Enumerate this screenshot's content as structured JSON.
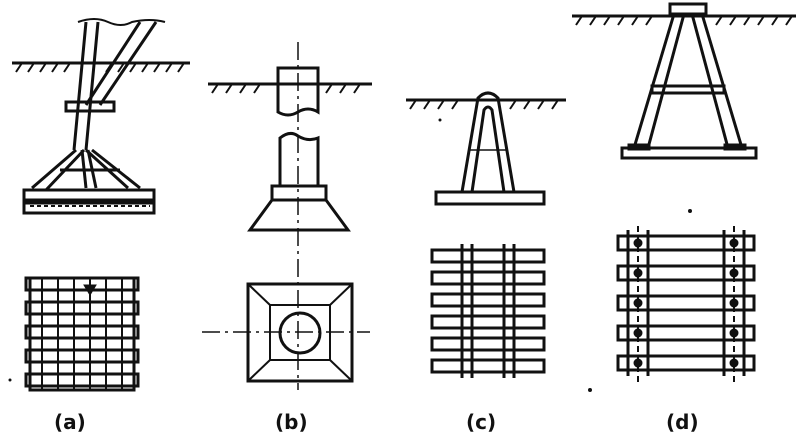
{
  "panels": [
    {
      "id": "a",
      "label": "(a)"
    },
    {
      "id": "b",
      "label": "(b)"
    },
    {
      "id": "c",
      "label": "(c)"
    },
    {
      "id": "d",
      "label": "(d)"
    }
  ],
  "colors": {
    "ink": "#111111",
    "paper": "#ffffff"
  }
}
